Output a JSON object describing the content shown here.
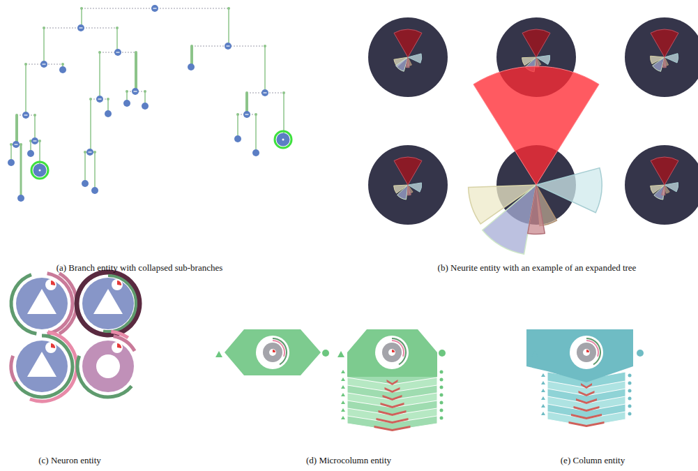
{
  "diagram": {
    "labels": [
      "(a) Branch entity with collapsed sub-branches",
      "(b) Neurite entity with an example of an expanded tree",
      "(c) Neuron entity",
      "(d) Microcolumn entity",
      "(e) Column entity"
    ]
  }
}
